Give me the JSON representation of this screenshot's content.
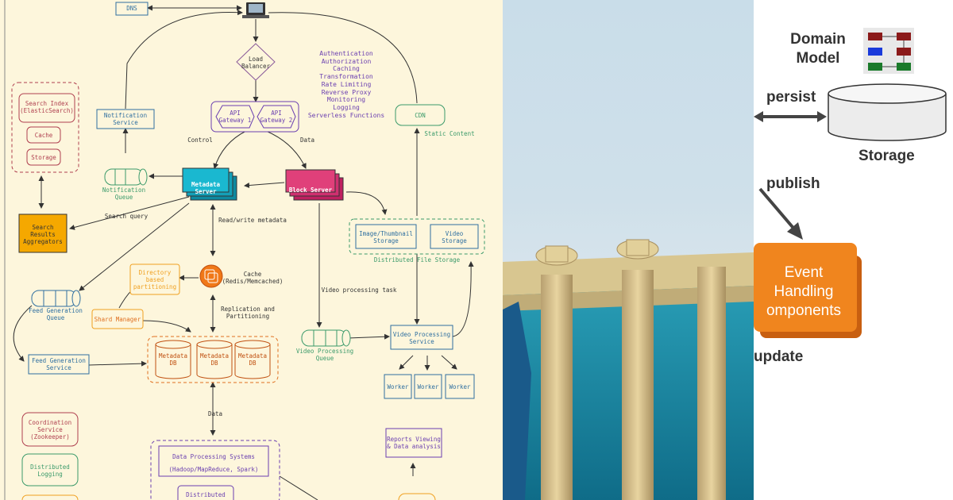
{
  "left_diagram": {
    "nodes": {
      "dns": "DNS",
      "load_balancer": [
        "Load",
        "Balancer"
      ],
      "api_gateway_1": [
        "API",
        "Gateway 1"
      ],
      "api_gateway_2": [
        "API",
        "Gateway 2"
      ],
      "gateway_features": [
        "Authentication",
        "Authorization",
        "Caching",
        "Transformation",
        "Rate Limiting",
        "Reverse Proxy",
        "Monitoring",
        "Logging",
        "Serverless Functions"
      ],
      "cdn": "CDN",
      "static_content": "Static Content",
      "notification_service": [
        "Notification",
        "Service"
      ],
      "notification_queue": [
        "Notification",
        "Queue"
      ],
      "search_index": [
        "Search Index",
        "(ElasticSearch)"
      ],
      "cache_small": "Cache",
      "storage_small": "Storage",
      "search_aggregators": [
        "Search",
        "Results",
        "Aggregators"
      ],
      "metadata_server": [
        "Metadata",
        "Server"
      ],
      "block_server": "Block Server",
      "image_storage": [
        "Image/Thumbnail",
        "Storage"
      ],
      "video_storage": [
        "Video",
        "Storage"
      ],
      "distributed_file_storage": "Distributed File Storage",
      "cache_redis": [
        "Cache",
        "(Redis/Memcached)"
      ],
      "directory_partitioning": [
        "Directory",
        "based",
        "partitioning"
      ],
      "shard_manager": "Shard Manager",
      "feed_generation_queue": [
        "Feed Generation",
        "Queue"
      ],
      "feed_generation_service": [
        "Feed Generation",
        "Service"
      ],
      "metadata_db": [
        "Metadata",
        "DB"
      ],
      "video_processing_queue": [
        "Video Processing",
        "Queue"
      ],
      "video_processing_service": [
        "Video Processing",
        "Service"
      ],
      "worker": "Worker",
      "coordination_service": [
        "Coordination",
        "Service",
        "(Zookeeper)"
      ],
      "distributed_logging": [
        "Distributed",
        "Logging"
      ],
      "data_processing": [
        "Data Processing Systems",
        "(Hadoop/MapReduce, Spark)"
      ],
      "distributed_bottom": "Distributed",
      "reports": [
        "Reports Viewing",
        "& Data analysis"
      ]
    },
    "edge_labels": {
      "control": "Control",
      "data": "Data",
      "search_query": "Search query",
      "read_write": "Read/write metadata",
      "replication": [
        "Replication and",
        "Partitioning"
      ],
      "video_task": "Video processing task",
      "data_bottom": "Data"
    },
    "colors": {
      "background": "#fdf6dc",
      "teal": "#1aa3b8",
      "pink": "#e0407a",
      "orange": "#f0a020",
      "blue": "#2e6fa0",
      "green": "#3a9a6a",
      "purple": "#6a3fb0"
    }
  },
  "right_diagram": {
    "domain_model": [
      "Domain",
      "Model"
    ],
    "persist": "persist",
    "storage": "Storage",
    "publish": "publish",
    "event_handling": [
      "Event",
      "Handling",
      "omponents"
    ],
    "update": "update"
  }
}
